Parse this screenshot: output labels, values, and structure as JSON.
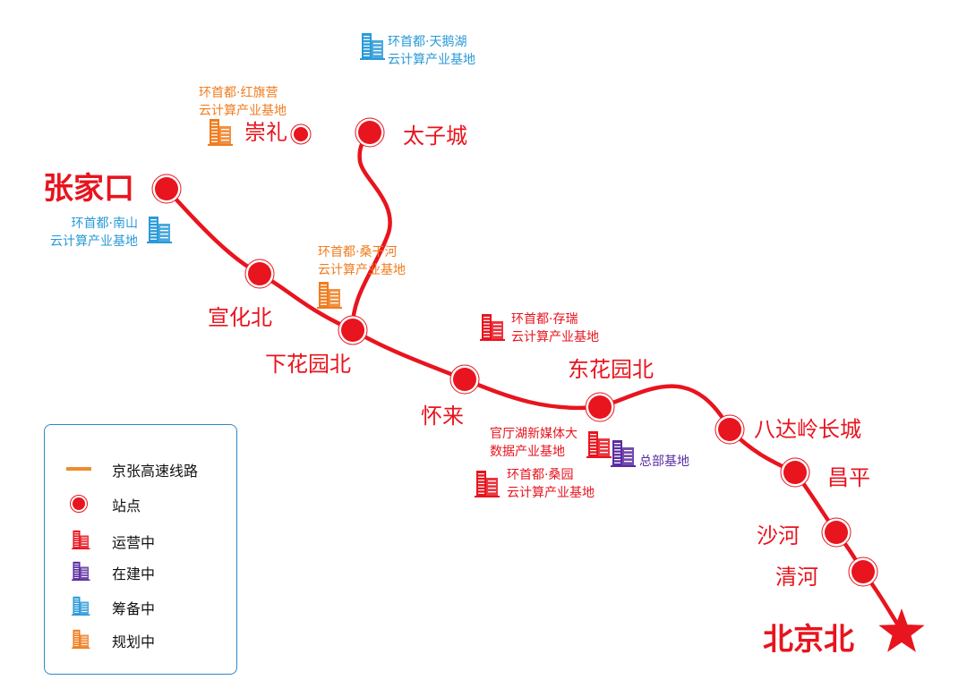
{
  "colors": {
    "route_line": "#e8141e",
    "station": "#e8141e",
    "legend_route": "#f08b2c",
    "operating": "#e8141e",
    "under_construction": "#5a2ca0",
    "preparing": "#2a9ad8",
    "planned": "#f07c1e",
    "legend_border": "#2f86c6"
  },
  "stations": [
    {
      "id": "zhangjiakou",
      "name": "张家口"
    },
    {
      "id": "xuanhuabei",
      "name": "宣化北"
    },
    {
      "id": "xiahuayuanbei",
      "name": "下花园北"
    },
    {
      "id": "huailai",
      "name": "怀来"
    },
    {
      "id": "donghuayuanbei",
      "name": "东花园北"
    },
    {
      "id": "badaling",
      "name": "八达岭长城"
    },
    {
      "id": "changping",
      "name": "昌平"
    },
    {
      "id": "shahe",
      "name": "沙河"
    },
    {
      "id": "qinghe",
      "name": "清河"
    },
    {
      "id": "beijingbei",
      "name": "北京北"
    },
    {
      "id": "taizicheng",
      "name": "太子城"
    },
    {
      "id": "chongli",
      "name": "崇礼"
    }
  ],
  "bases": [
    {
      "id": "tianehu",
      "lines": [
        "环首都·天鹅湖",
        "云计算产业基地"
      ],
      "status": "preparing"
    },
    {
      "id": "hongqiying",
      "lines": [
        "环首都·红旗营",
        "云计算产业基地"
      ],
      "status": "planned"
    },
    {
      "id": "nanshan",
      "lines": [
        "环首都·南山",
        "云计算产业基地"
      ],
      "status": "preparing"
    },
    {
      "id": "sangganhe",
      "lines": [
        "环首都·桑干河",
        "云计算产业基地"
      ],
      "status": "planned"
    },
    {
      "id": "cunrui",
      "lines": [
        "环首都·存瑞",
        "云计算产业基地"
      ],
      "status": "operating"
    },
    {
      "id": "guantinghu",
      "lines": [
        "官厅湖新媒体大",
        "数据产业基地"
      ],
      "status": "operating"
    },
    {
      "id": "zongbu",
      "lines": [
        "总部基地"
      ],
      "status": "under_construction"
    },
    {
      "id": "sangyuan",
      "lines": [
        "环首都·桑园",
        "云计算产业基地"
      ],
      "status": "operating"
    }
  ],
  "legend": [
    {
      "id": "route",
      "label": "京张高速线路",
      "symbol": "line"
    },
    {
      "id": "station",
      "label": "站点",
      "symbol": "station"
    },
    {
      "id": "operating",
      "label": "运营中",
      "symbol": "building"
    },
    {
      "id": "under_construction",
      "label": "在建中",
      "symbol": "building"
    },
    {
      "id": "preparing",
      "label": "筹备中",
      "symbol": "building"
    },
    {
      "id": "planned",
      "label": "规划中",
      "symbol": "building"
    }
  ]
}
